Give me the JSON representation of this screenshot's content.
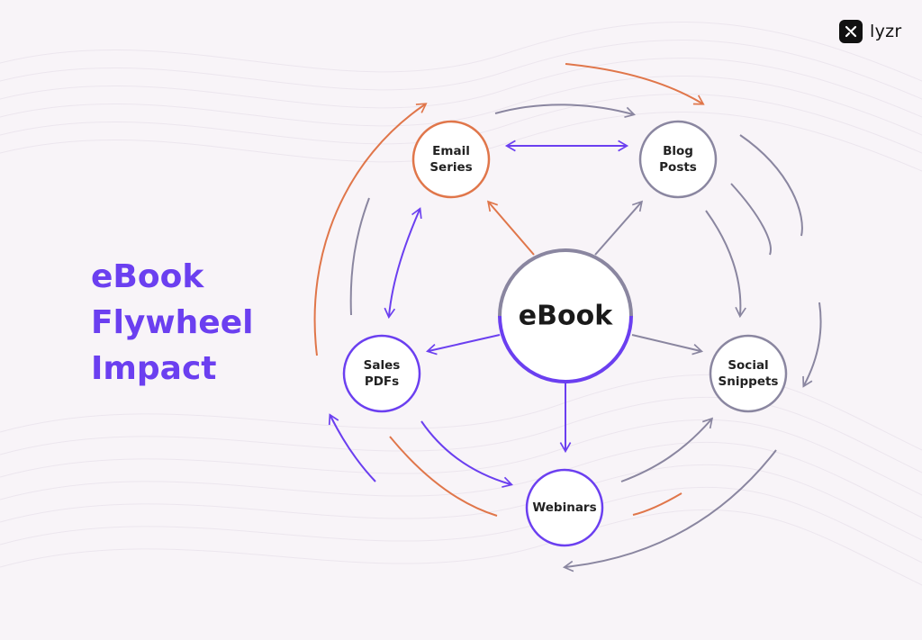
{
  "brand": {
    "name": "lyzr",
    "icon": "lyzr-logo-icon"
  },
  "title": {
    "line1": "eBook",
    "line2": "Flywheel",
    "line3": "Impact"
  },
  "center": {
    "label": "eBook"
  },
  "nodes": {
    "email_series": {
      "line1": "Email",
      "line2": "Series"
    },
    "blog_posts": {
      "line1": "Blog",
      "line2": "Posts"
    },
    "sales_pdfs": {
      "line1": "Sales",
      "line2": "PDFs"
    },
    "social_snippets": {
      "line1": "Social",
      "line2": "Snippets"
    },
    "webinars": {
      "line1": "Webinars"
    }
  },
  "colors": {
    "background": "#f8f4f8",
    "purple": "#6b3ff0",
    "orange": "#e0764a",
    "gray": "#8a86a0",
    "title": "#6b3ff0"
  }
}
